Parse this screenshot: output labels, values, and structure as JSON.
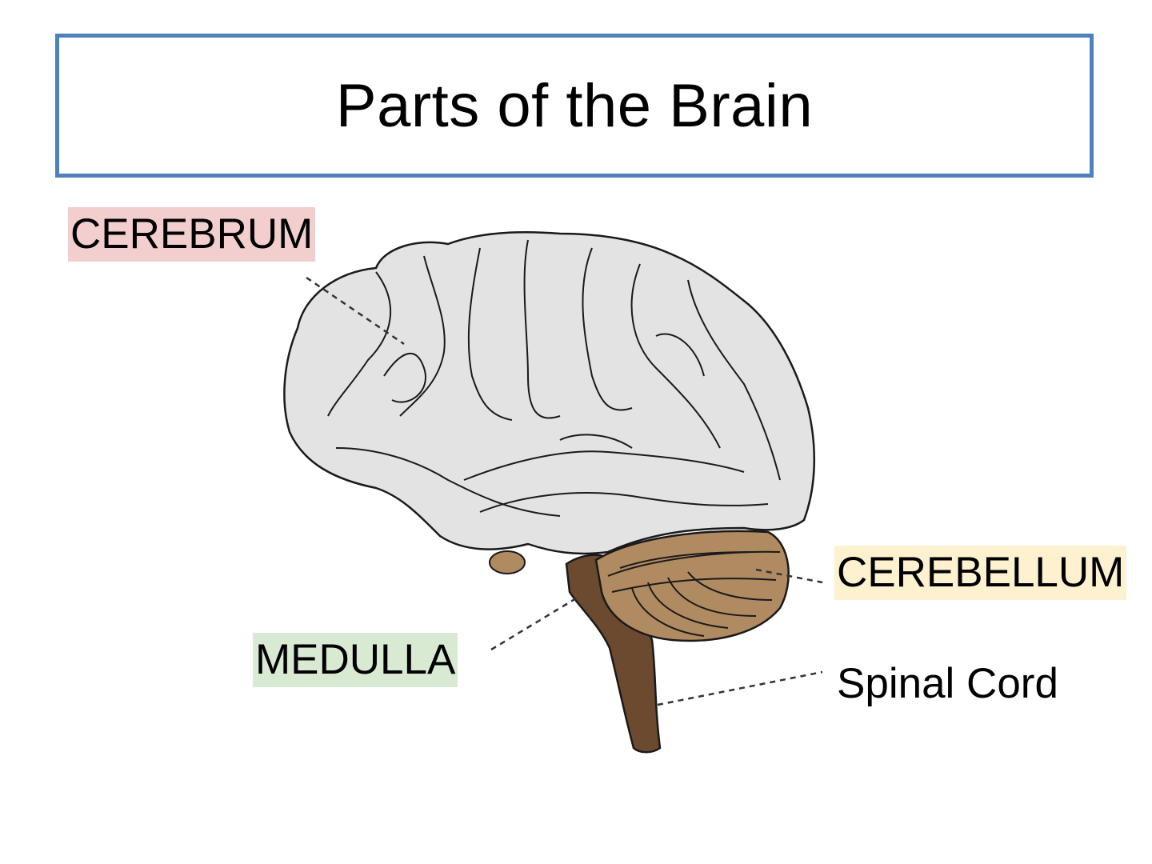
{
  "title": "Parts of the Brain",
  "labels": {
    "cerebrum": {
      "text": "CEREBRUM",
      "highlight": "#f2cfce"
    },
    "medulla": {
      "text": "MEDULLA",
      "highlight": "#d9ead3"
    },
    "cerebellum": {
      "text": "CEREBELLUM",
      "highlight": "#fdf1cf"
    },
    "spinal_cord": {
      "text": "Spinal Cord",
      "highlight": null
    }
  },
  "colors": {
    "title_border": "#4f81bd",
    "cerebrum_fill": "#e3e3e3",
    "cerebellum_fill": "#b08a60",
    "brainstem_fill": "#6b4a2f"
  }
}
